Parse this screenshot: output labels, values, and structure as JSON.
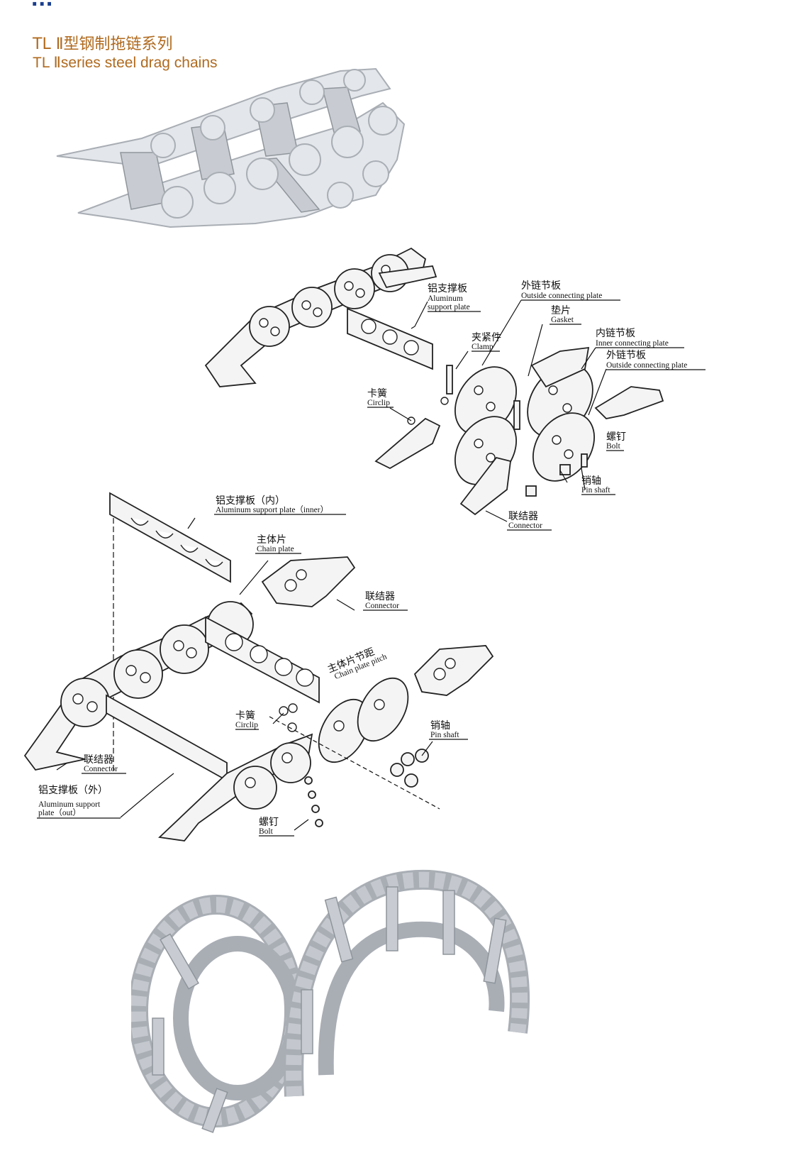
{
  "header": {
    "top_cut_text": "...",
    "title_cn": "TL Ⅱ型钢制拖链系列",
    "title_en": "TL Ⅱseries steel drag chains"
  },
  "diagram_a": {
    "labels": [
      {
        "cn": "铝支撑板",
        "en": "Aluminum",
        "en2": "support plate"
      },
      {
        "cn": "外链节板",
        "en": "Outside connecting plate"
      },
      {
        "cn": "垫片",
        "en": "Gasket"
      },
      {
        "cn": "内链节板",
        "en": "Inner connecting plate"
      },
      {
        "cn": "外链节板",
        "en": "Outside connecting plate"
      },
      {
        "cn": "夹紧件",
        "en": "Clamp"
      },
      {
        "cn": "卡簧",
        "en": "Circlip"
      },
      {
        "cn": "螺钉",
        "en": "Bolt"
      },
      {
        "cn": "销轴",
        "en": "Pin shaft"
      },
      {
        "cn": "联结器",
        "en": "Connector"
      }
    ]
  },
  "diagram_b": {
    "labels": [
      {
        "cn": "铝支撑板（内）",
        "en": "Aluminum support plate（inner）"
      },
      {
        "cn": "主体片",
        "en": "Chain plate"
      },
      {
        "cn": "联结器",
        "en": "Connector"
      },
      {
        "cn": "主体片节距",
        "en": "Chain plate pitch"
      },
      {
        "cn": "卡簧",
        "en": "Circlip"
      },
      {
        "cn": "销轴",
        "en": "Pin shaft"
      },
      {
        "cn": "联结器",
        "en": "Connector"
      },
      {
        "cn": "铝支撑板（外）",
        "en": "Aluminum support",
        "en2": "plate（out）"
      },
      {
        "cn": "螺钉",
        "en": "Bolt"
      }
    ]
  }
}
